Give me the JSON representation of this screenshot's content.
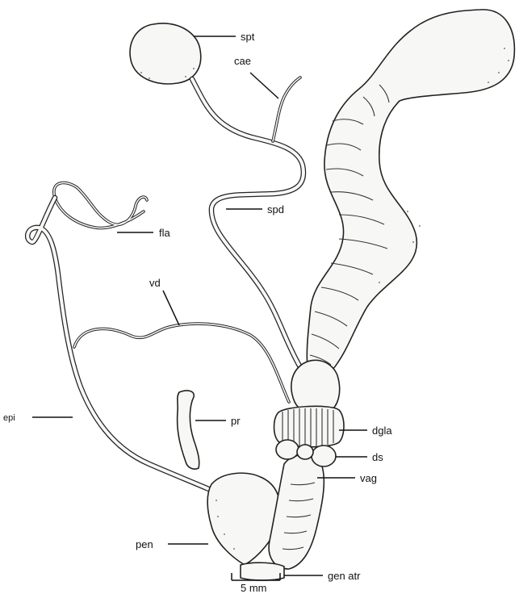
{
  "labels": {
    "spt": "spt",
    "cae": "cae",
    "spd": "spd",
    "fla": "fla",
    "vd": "vd",
    "epi": "epi",
    "pr": "pr",
    "dgla": "dgla",
    "ds": "ds",
    "vag": "vag",
    "pen": "pen",
    "gen_atr": "gen atr"
  },
  "scale_bar": {
    "label": "5 mm"
  }
}
